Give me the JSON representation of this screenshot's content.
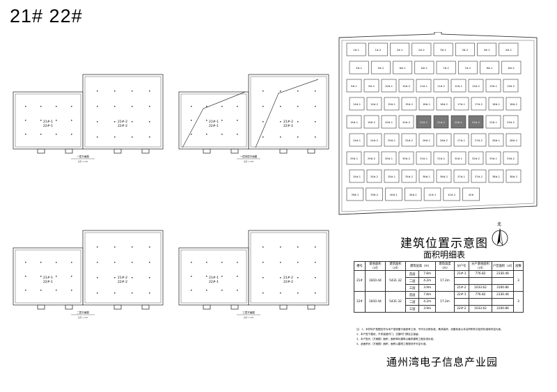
{
  "header": {
    "title": "21#  22#"
  },
  "floor_plans": [
    {
      "id": "p1",
      "caption": "一层平面图",
      "sub": "比例 1:300",
      "label_left": [
        "21#-1",
        "22#-1"
      ],
      "label_right": [
        "21#-2",
        "22#-2"
      ],
      "ramp": false
    },
    {
      "id": "p2",
      "caption": "一层夹层平面图",
      "sub": "比例 1:300",
      "label_left": [
        "21#-1",
        "22#-1"
      ],
      "label_right": [
        "21#-2",
        "22#-2"
      ],
      "ramp": true
    },
    {
      "id": "p3",
      "caption": "二层平面图",
      "sub": "比例 1:300",
      "label_left": [
        "21#-1",
        "22#-1"
      ],
      "label_right": [
        "21#-2",
        "22#-2"
      ],
      "ramp": false
    },
    {
      "id": "p4",
      "caption": "三层平面图",
      "sub": "比例 1:300",
      "label_left": [
        "21#-1",
        "22#-1"
      ],
      "label_right": [
        "21#-2",
        "22#-2"
      ],
      "ramp": false
    }
  ],
  "site_plan": {
    "title": "建筑位置示意图",
    "north_label": "北",
    "buildings": [
      "1#-1",
      "1#-2",
      "2#-1",
      "2#-2",
      "3#-1",
      "3#-2",
      "4#-1",
      "4#-2",
      "5#-1",
      "5#-2",
      "6#-1",
      "6#-2",
      "7#-1",
      "7#-2",
      "8#-1",
      "8#-2",
      "9#-1",
      "9#-2",
      "10#-1",
      "10#-2",
      "11#-1",
      "11#-2",
      "12#-1",
      "12#-2",
      "13#-1",
      "13#-2",
      "14#-1",
      "14#-2",
      "15#-1",
      "15#-2",
      "16#-1",
      "16#-2",
      "17#-1",
      "17#-2",
      "18#-1",
      "18#-2",
      "19#-1",
      "19#-2",
      "20#-1",
      "20#-2",
      "21#-1",
      "21#-2",
      "22#-1",
      "22#-2",
      "23#-1",
      "23#-2",
      "24#-1",
      "24#-2",
      "25#-1",
      "25#-2",
      "26#-1",
      "26#-2",
      "27#-1",
      "27#-2",
      "28#-1",
      "28#-2",
      "29#-1",
      "29#-2",
      "30#-1",
      "30#-2",
      "31#-1",
      "31#-2",
      "32#-1",
      "32#-2",
      "33#-1",
      "33#-2",
      "34#-1",
      "34#-2",
      "35#-1",
      "35#-2",
      "36#-1",
      "36#-2",
      "37#-1",
      "37#-2",
      "38#-1",
      "38#-2",
      "39#-1",
      "39#-2",
      "40#-1",
      "40#-2",
      "41#-1",
      "41#-2",
      "42#"
    ],
    "highlighted": [
      "21#-1",
      "21#-2",
      "22#-1",
      "22#-2"
    ]
  },
  "area_table": {
    "title": "面积明细表",
    "headers": [
      "楼号",
      "基地面积（㎡）",
      "建筑面积（㎡）",
      "建筑层高（m）",
      "",
      "建筑高度（m）",
      "分户号",
      "分户基地面积（㎡）",
      "户型面积（㎡）",
      "层数"
    ],
    "rows": [
      {
        "building": "21#",
        "base_area": "1810.44",
        "floor_area": "5431.32",
        "floors": [
          [
            "首层",
            "7.8m"
          ],
          [
            "二层",
            "4.2m"
          ],
          [
            "三层",
            "3.9m"
          ]
        ],
        "height": "17.2m",
        "units": [
          [
            "21#-1",
            "776.82",
            "2330.46"
          ],
          [
            "21#-2",
            "1033.62",
            "3100.86"
          ]
        ],
        "levels": "3"
      },
      {
        "building": "22#",
        "base_area": "1810.44",
        "floor_area": "5431.32",
        "floors": [
          [
            "首层",
            "7.8m"
          ],
          [
            "二层",
            "4.2m"
          ],
          [
            "三层",
            "3.9m"
          ]
        ],
        "height": "17.2m",
        "units": [
          [
            "22#-1",
            "776.82",
            "2330.46"
          ],
          [
            "22#-2",
            "1033.62",
            "3100.86"
          ]
        ],
        "levels": "3"
      }
    ]
  },
  "notes": [
    "注：1、本材料户型图仅作为本户型房屋平面参考之用，不作为交房标准。具体装饰、设备标准以本合同附件约定的标准和内容为准。",
    "    2、本户型下建设，不安装室内门，交楼时门洞自主保留。",
    "    3、本户型为（方案图）面积，面积单价建筑以最终建筑工程实测为准。",
    "    4、此面积为（方案图）面积，面积以建筑工程规划许可证为准。"
  ],
  "footer": {
    "park_name": "通州湾电子信息产业园"
  }
}
